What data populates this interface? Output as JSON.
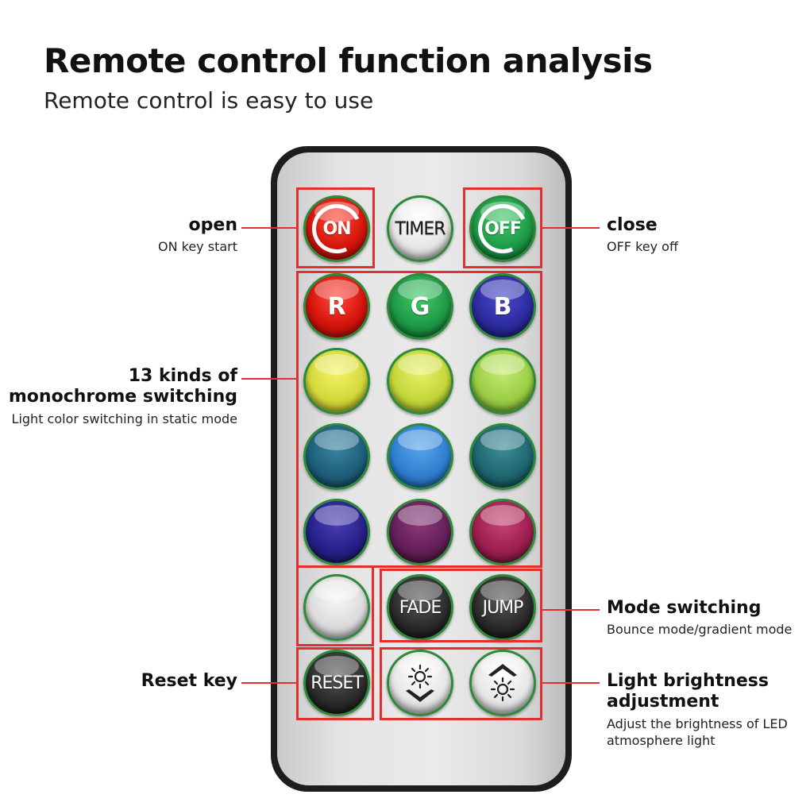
{
  "header": {
    "title": "Remote control function analysis",
    "subtitle": "Remote control is easy to use"
  },
  "buttons": {
    "on": "ON",
    "timer": "TIMER",
    "off": "OFF",
    "r": "R",
    "g": "G",
    "b": "B",
    "fade": "FADE",
    "jump": "JUMP",
    "reset": "RESET"
  },
  "callouts": {
    "open": {
      "head": "open",
      "desc": "ON key start"
    },
    "close": {
      "head": "close",
      "desc": "OFF key off"
    },
    "mono": {
      "head_line1": "13 kinds of",
      "head_line2": "monochrome switching",
      "desc": "Light color switching in static mode"
    },
    "mode": {
      "head": "Mode switching",
      "desc": "Bounce mode/gradient mode"
    },
    "reset": {
      "head": "Reset key"
    },
    "brightness": {
      "head_line1": "Light brightness",
      "head_line2": "adjustment",
      "desc_line1": "Adjust the brightness of LED",
      "desc_line2": "atmosphere light"
    }
  },
  "colors": {
    "highlight": "#e03030",
    "remote_body": "#1d1d1d",
    "remote_face": "#e4e4e4"
  },
  "icons": {
    "brightness_down": "sun-down-arrow-icon",
    "brightness_up": "sun-up-arrow-icon"
  }
}
